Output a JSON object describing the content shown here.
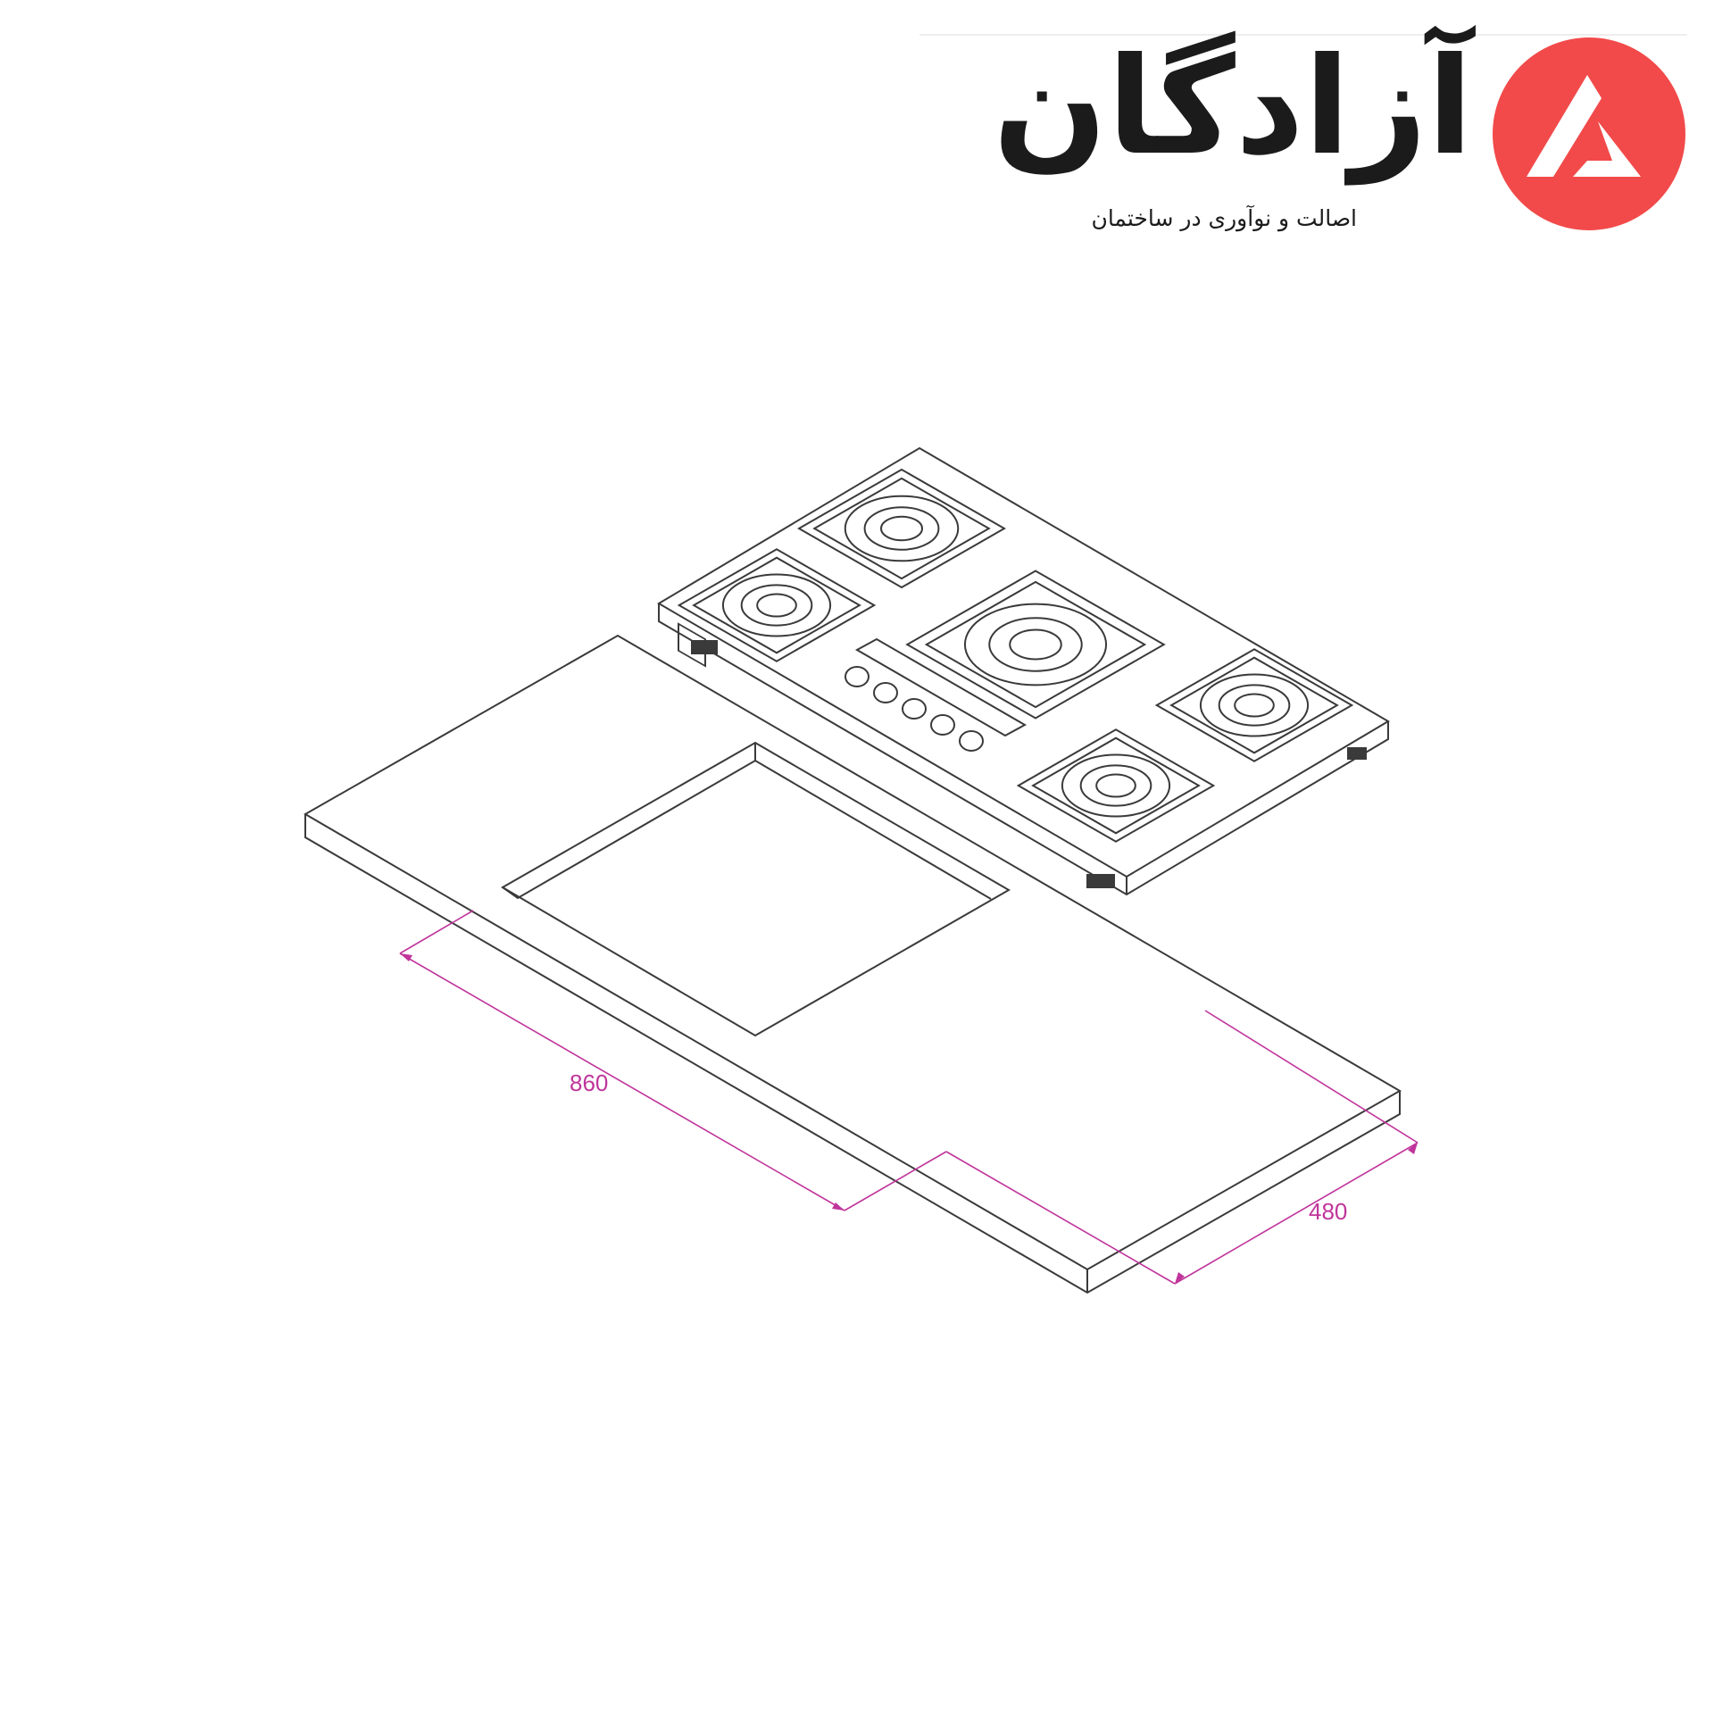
{
  "header": {
    "brand_name": "آزادگان",
    "tagline": "اصالت و نوآوری در ساختمان",
    "logo_icon": "azadegan-logo-icon",
    "accent_color": "#f24a4a",
    "text_color": "#1b1b1b"
  },
  "diagram": {
    "subject": "five-burner gas hob installation cut-out",
    "burner_count": 5,
    "knob_count": 5,
    "line_color": "#3a3a3a",
    "dimension_color": "#c0359b",
    "dimensions": {
      "cutout_length": "860",
      "cutout_depth": "480"
    }
  }
}
